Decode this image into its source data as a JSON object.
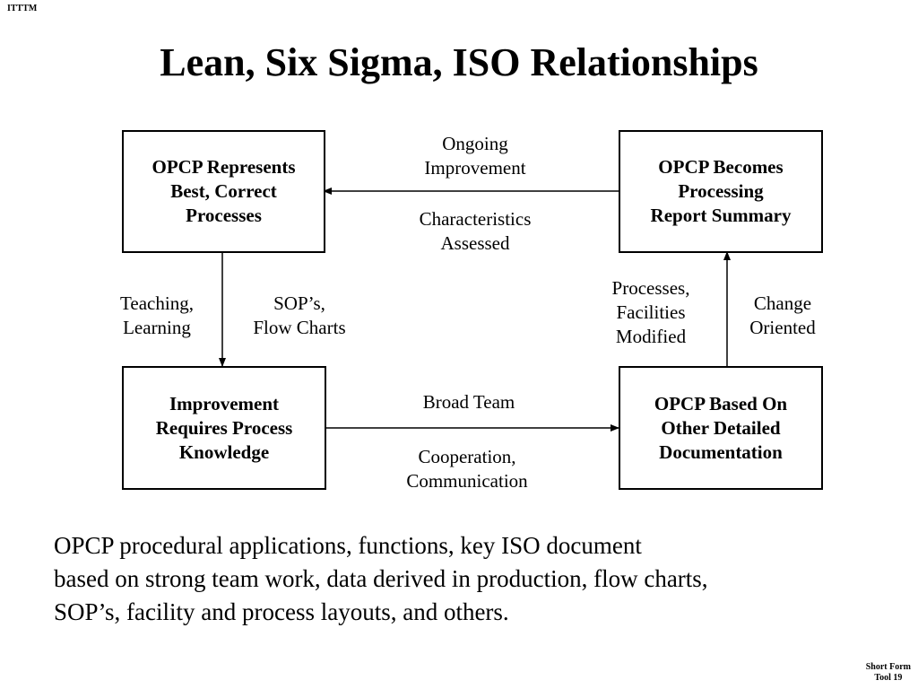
{
  "header": {
    "corner_tag": "ITTTM",
    "title": "Lean, Six Sigma, ISO Relationships"
  },
  "diagram": {
    "boxes": {
      "top_left": [
        "OPCP Represents",
        "Best, Correct",
        "Processes"
      ],
      "top_right": [
        "OPCP Becomes",
        "Processing",
        "Report Summary"
      ],
      "bottom_left": [
        "Improvement",
        "Requires Process",
        "Knowledge"
      ],
      "bottom_right": [
        "OPCP  Based On",
        "Other Detailed",
        "Documentation"
      ]
    },
    "labels": {
      "top_arrow_above": [
        "Ongoing",
        "Improvement"
      ],
      "top_arrow_below": [
        "Characteristics",
        "Assessed"
      ],
      "left_arrow_left": [
        "Teaching,",
        "Learning"
      ],
      "left_arrow_right": [
        "SOP’s,",
        "Flow Charts"
      ],
      "right_arrow_left": [
        "Processes,",
        "Facilities",
        "Modified"
      ],
      "right_arrow_right": [
        "Change",
        "Oriented"
      ],
      "bottom_arrow_above": [
        "Broad Team"
      ],
      "bottom_arrow_below": [
        "Cooperation,",
        "Communication"
      ]
    }
  },
  "body": {
    "paragraph_lines": [
      "OPCP procedural applications, functions, key ISO document",
      "based on strong team work, data derived in production, flow charts,",
      "SOP’s, facility and process layouts, and others."
    ]
  },
  "footer": {
    "corner_lines": [
      "Short Form",
      "Tool 19"
    ]
  }
}
